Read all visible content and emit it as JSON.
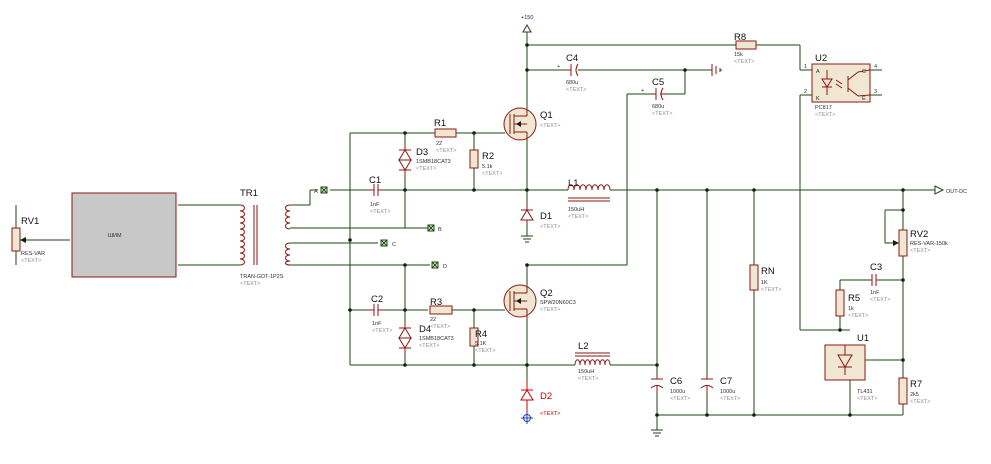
{
  "colors": {
    "background": "#ffffff",
    "wire": "#1b4a12",
    "component": "#8a1a12",
    "block_fill": "#c8c8c8",
    "label": "#101010",
    "placeholder": "#909090",
    "highlight_red": "#d00000"
  },
  "placeholder_text": "<TEXT>",
  "power": {
    "rail": "+150"
  },
  "output": {
    "net": "OUT-DC"
  },
  "pwm": {
    "label": "ШИМ"
  },
  "terminals": {
    "a": "A",
    "b": "B",
    "c": "C",
    "d": "D"
  },
  "components": {
    "rv1": {
      "ref": "RV1",
      "value": "RES-VAR"
    },
    "tr1": {
      "ref": "TR1",
      "value": "TRAN-GDT-1P2S"
    },
    "c1": {
      "ref": "C1",
      "value": "1nF"
    },
    "c2": {
      "ref": "C2",
      "value": "1nF"
    },
    "c3": {
      "ref": "C3",
      "value": "1nF"
    },
    "c4": {
      "ref": "C4",
      "value": "680u"
    },
    "c5": {
      "ref": "C5",
      "value": "680u"
    },
    "c6": {
      "ref": "C6",
      "value": "1000u"
    },
    "c7": {
      "ref": "C7",
      "value": "1000u"
    },
    "r1": {
      "ref": "R1",
      "value": "22"
    },
    "r2": {
      "ref": "R2",
      "value": "5.1k"
    },
    "r3": {
      "ref": "R3",
      "value": "22"
    },
    "r4": {
      "ref": "R4",
      "value": "5.1K"
    },
    "r5": {
      "ref": "R5",
      "value": "1k"
    },
    "r7": {
      "ref": "R7",
      "value": "2k5"
    },
    "r8": {
      "ref": "R8",
      "value": "15k"
    },
    "rn": {
      "ref": "RN",
      "value": "1K"
    },
    "rv2": {
      "ref": "RV2",
      "value": "RES-VAR-150k"
    },
    "d1": {
      "ref": "D1"
    },
    "d2": {
      "ref": "D2"
    },
    "d3": {
      "ref": "D3",
      "value": "1SMB18CAT3"
    },
    "d4": {
      "ref": "D4",
      "value": "1SMB18CAT3"
    },
    "q1": {
      "ref": "Q1"
    },
    "q2": {
      "ref": "Q2",
      "value": "SPW20N60C3"
    },
    "l1": {
      "ref": "L1",
      "value": "150uH"
    },
    "l2": {
      "ref": "L2",
      "value": "150uH"
    },
    "u1": {
      "ref": "U1",
      "value": "TL431"
    },
    "u2": {
      "ref": "U2",
      "value": "PC817",
      "pins": {
        "a": "A",
        "k": "K",
        "c": "C",
        "e": "E",
        "p1": "1",
        "p2": "2",
        "p3": "3",
        "p4": "4"
      }
    }
  }
}
